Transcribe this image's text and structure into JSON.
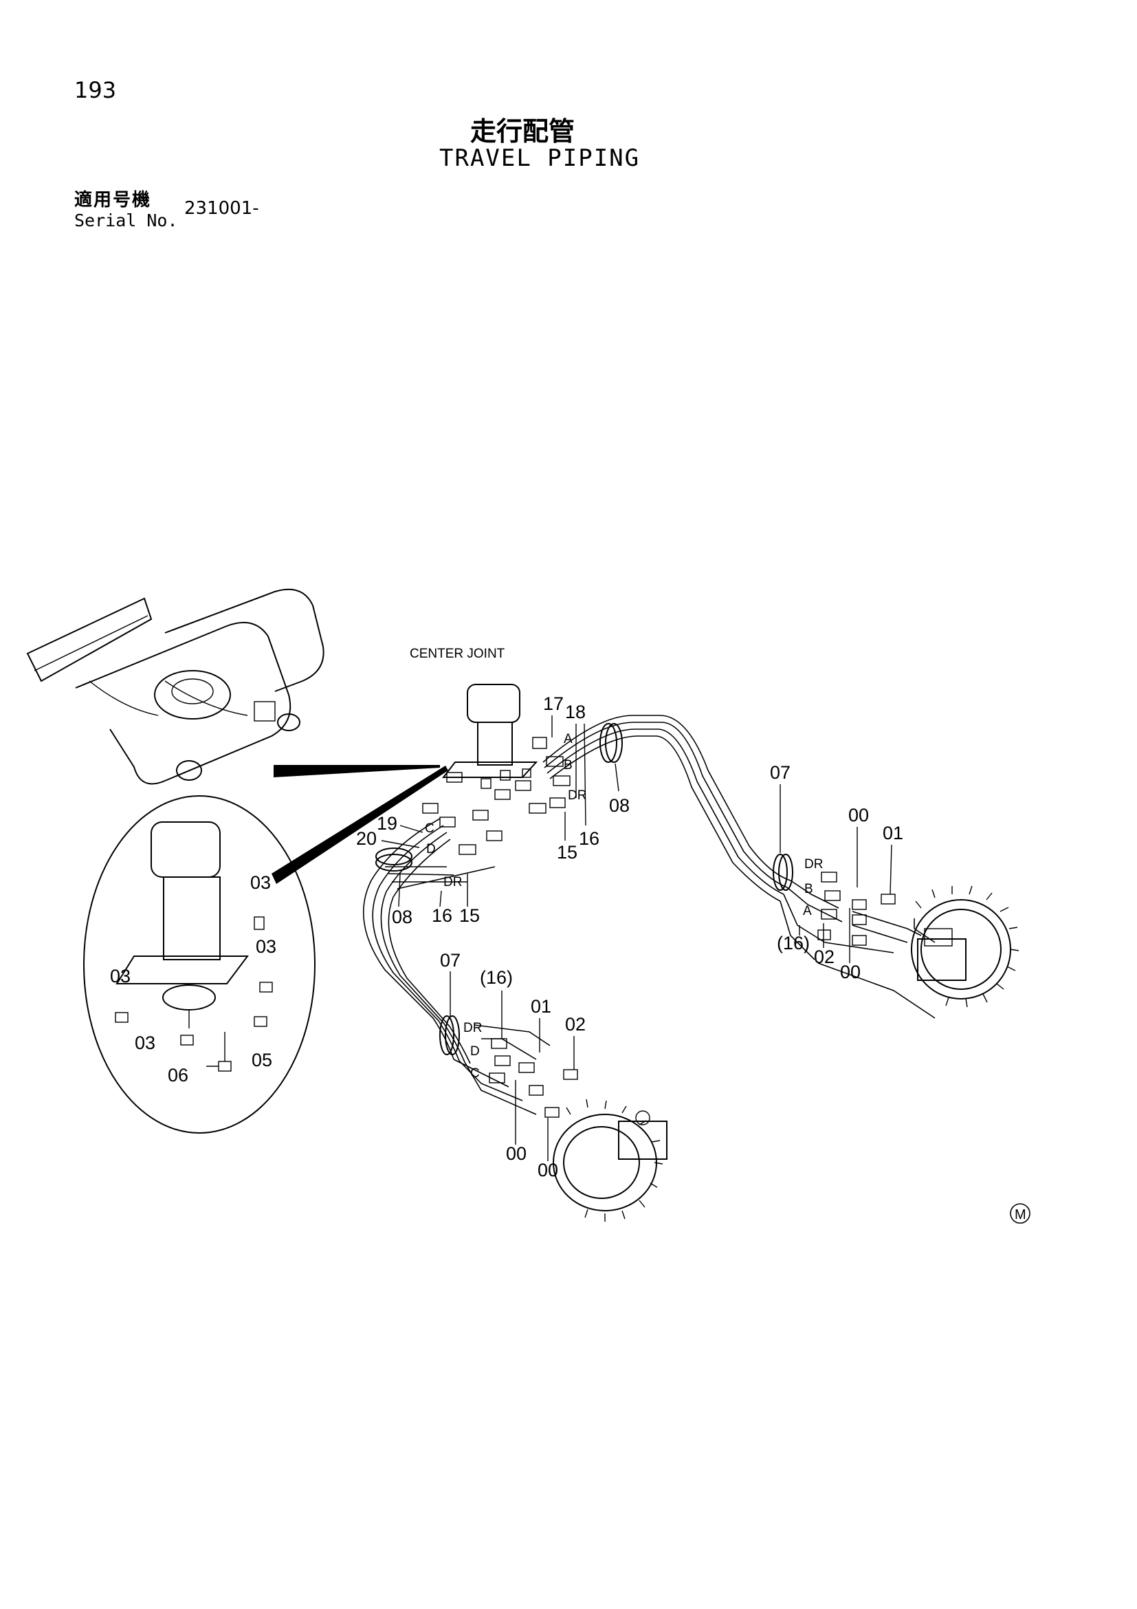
{
  "header": {
    "page_number": "193",
    "title_jp": "走行配管",
    "title_en": "TRAVEL PIPING",
    "serial_label_jp": "適用号機",
    "serial_label_en": "Serial No.",
    "serial_value": "231001-"
  },
  "diagram": {
    "center_joint_label": "CENTER JOINT",
    "mark": "M",
    "part_labels": {
      "p17": "17",
      "p18": "18",
      "pA1": "A",
      "pB1": "B",
      "pDR1": "DR",
      "p08a": "08",
      "p16a": "16",
      "p15a": "15",
      "p19": "19",
      "p20": "20",
      "pC1": "C",
      "pD1": "D",
      "pDR2": "DR",
      "p08b": "08",
      "p16b": "16",
      "p15b": "15",
      "p07a": "07",
      "p00a": "00",
      "p01a": "01",
      "pDR3": "DR",
      "pB2": "B",
      "pA2": "A",
      "p16c": "(16)",
      "p02a": "02",
      "p00b": "00",
      "p07b": "07",
      "p16d": "(16)",
      "p01b": "01",
      "p02b": "02",
      "pDR4": "DR",
      "pD2": "D",
      "pC2": "C",
      "p00c": "00",
      "p00d": "00",
      "i03a": "03",
      "i03b": "03",
      "i03c": "03",
      "i03d": "03",
      "i05": "05",
      "i06": "06"
    }
  }
}
